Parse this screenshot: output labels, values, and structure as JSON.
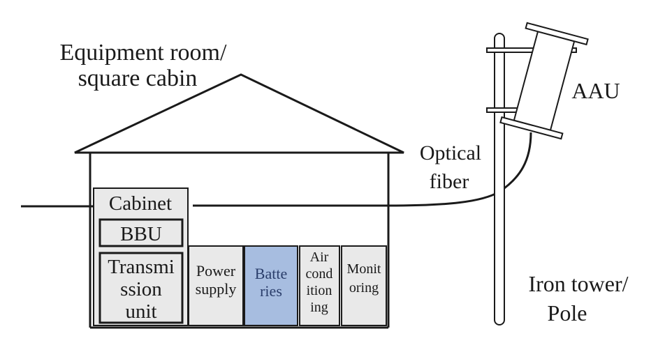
{
  "labels": {
    "room_line1": "Equipment room/",
    "room_line2": "square cabin",
    "aau": "AAU",
    "fiber_line1": "Optical",
    "fiber_line2": "fiber",
    "tower_line1": "Iron tower/",
    "tower_line2": "Pole",
    "cabinet": "Cabinet",
    "bbu": "BBU",
    "trans_1": "Transmi",
    "trans_2": "ssion",
    "trans_3": "unit",
    "power_1": "Power",
    "power_2": "supply",
    "batt_1": "Batte",
    "batt_2": "ries",
    "air_1": "Air",
    "air_2": "cond",
    "air_3": "ition",
    "air_4": "ing",
    "mon_1": "Monit",
    "mon_2": "oring"
  },
  "colors": {
    "stroke": "#1a1a1a",
    "box_fill": "#e9e9e9",
    "batteries_fill": "#a7bde0"
  }
}
